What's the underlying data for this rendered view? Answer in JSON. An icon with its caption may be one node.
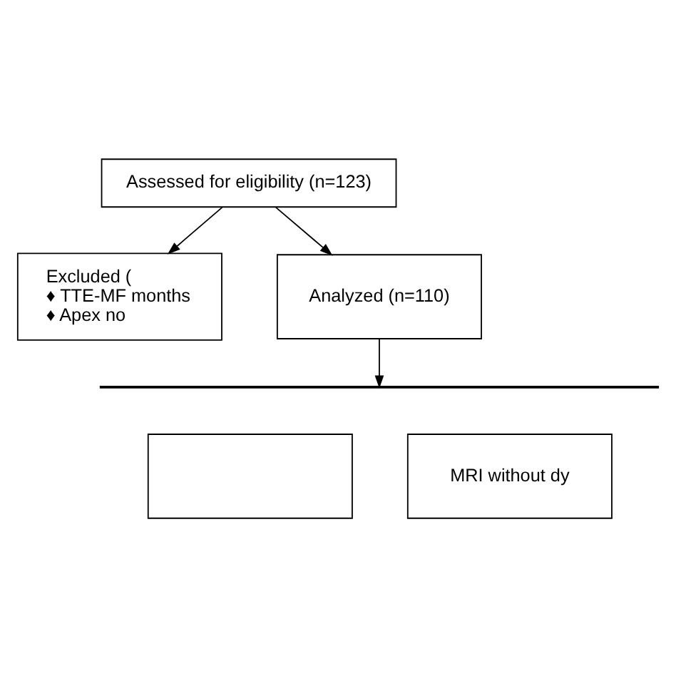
{
  "diagram": {
    "nodes": [
      {
        "text": [
          "Assessed for eligibility (n=123)"
        ]
      },
      {
        "text": [
          "Excluded (",
          "♦ TTE-MF months",
          "♦ Apex no"
        ]
      },
      {
        "text": [
          "Analyzed (n=110)"
        ]
      },
      {
        "text": [],
        "shape": "bar"
      },
      {
        "text": [],
        "shape": "box"
      },
      {
        "text": [
          "MRI without dy"
        ]
      }
    ],
    "edges": [
      {
        "from": 0,
        "to": 2,
        "arrow": "to"
      },
      {
        "from": 0,
        "to": 1,
        "arrow": "to"
      },
      {
        "from": 2,
        "to": 3,
        "arrow": "to"
      }
    ]
  }
}
